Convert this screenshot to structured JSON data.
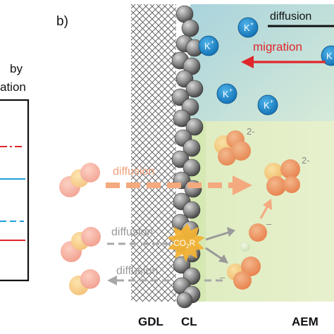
{
  "left_panel": {
    "header_line1": "by",
    "header_line2": "ation",
    "line_colors": [
      "#e0262b",
      "#1f9fd8",
      "#1f9fd8",
      "#e0262b"
    ]
  },
  "panel_b": {
    "panel_label": "b)",
    "ions": {
      "potassium_label": "K",
      "potassium_charge": "+"
    },
    "arrows": {
      "top_right_label": "diffusion",
      "migration_label": "migration",
      "diffusion_mid_label": "diffusion",
      "diffusion_low_label": "diffusion",
      "diffusion_bottom_label": "diffusion"
    },
    "charges": {
      "divalent": "2-",
      "divalent_right": "2-",
      "monovalent": "–",
      "monovalent_low": "–"
    },
    "reaction": {
      "label": "CO",
      "subscript": "2",
      "suffix": "R"
    },
    "regions": {
      "gdl": "GDL",
      "cl": "CL",
      "aem": "AEM"
    },
    "colors": {
      "migration_arrow": "#e0262b",
      "diffusion_mid_arrow": "#f4a97e",
      "diffusion_gray_arrow": "#a0a0a0",
      "k_ion": "#1e8fd6",
      "electrolyte_top": "#c9e3e8",
      "membrane_green": "#e1edc6",
      "burst": "#f2b335"
    }
  }
}
